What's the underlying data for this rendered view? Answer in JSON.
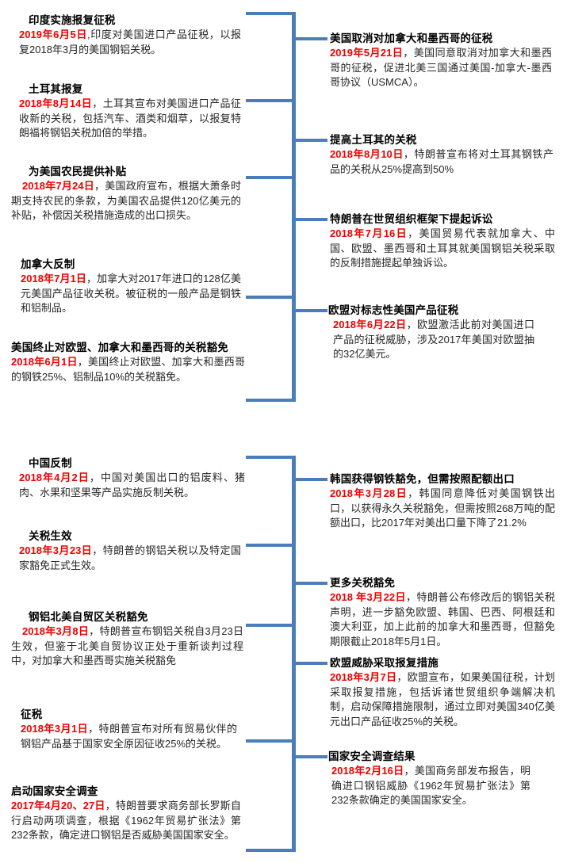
{
  "theme": {
    "line_color": "#4a7ebb",
    "date_color": "#ee0000",
    "text_color": "#262626",
    "title_color": "#000000",
    "background": "#ffffff"
  },
  "timelines": [
    {
      "id": "timeline-top",
      "events_left": [
        {
          "title": "印度实施报复征税",
          "date": "2019年6月5日",
          "body": ",印度对美国进口产品征税，以报复2018年3月的美国钢铝关税。"
        },
        {
          "title": "土耳其报复",
          "date": "2018年8月14日",
          "body": "，土耳其宣布对美国进口产品征收新的关税，包括汽车、酒类和烟草，以报复特朗福将钢铝关税加倍的举措。"
        },
        {
          "title": "为美国农民提供补贴",
          "date": "2018年7月24日",
          "body": "，美国政府宣布，根据大萧条时期支持农民的条款，为美国农品提供120亿美元的补贴，补偿因关税措施造成的出口损失。"
        },
        {
          "title": "加拿大反制",
          "date": "2018年7月1日",
          "body": "，加拿大对2017年进口的128亿美元美国产品征收关税。被征税的一般产品是钢铁和铝制品。"
        },
        {
          "title": "美国终止对欧盟、加拿大和墨西哥的关税豁免",
          "date": "2018年6月1日",
          "body": "，美国终止对欧盟、加拿大和墨西哥的钢铁25%、铝制品10%的关税豁免。"
        }
      ],
      "events_right": [
        {
          "title": "美国取消对加拿大和墨西哥的征税",
          "date": "2019年5月21日",
          "body": "，美国同意取消对加拿大和墨西哥的征税，促进北美三国通过美国-加拿大-墨西哥协议（USMCA）。"
        },
        {
          "title": "提高土耳其的关税",
          "date": "2018年8月10日",
          "body": "，特朗普宣布将对土耳其钢铁产品的关税从25%提高到50%"
        },
        {
          "title": "特朗普在世贸组织框架下提起诉讼",
          "date": "2018年7月16日",
          "body": "，美国贸易代表就加拿大、中国、欧盟、墨西哥和土耳其就美国钢铝关税采取的反制措施提起单独诉讼。"
        },
        {
          "title": "欧盟对标志性美国产品征税",
          "date": "2018年6月22日",
          "body": "，欧盟激活此前对美国进口产品的征税威胁，涉及2017年美国对欧盟抽的32亿美元。"
        }
      ]
    },
    {
      "id": "timeline-bottom",
      "events_left": [
        {
          "title": "中国反制",
          "date": "2018年4月2日",
          "body": "，中国对美国出口的铝废料、猪肉、水果和坚果等产品实施反制关税。"
        },
        {
          "title": "关税生效",
          "date": "2018年3月23日",
          "body": "，特朗普的钢铝关税以及特定国家豁免正式生效。"
        },
        {
          "title": "钢铝北美自贸区关税豁免",
          "date": "2018年3月8日",
          "body": "，特朗普宣布钢铝关税自3月23日生效，但鉴于北美自贸协议正处于重新谈判过程中，对加拿大和墨西哥实施关税豁免"
        },
        {
          "title": "征税",
          "date": "2018年3月1日",
          "body": "，特朗普宣布对所有贸易伙伴的钢铝产品基于国家安全原因征收25%的关税。"
        },
        {
          "title": "启动国家安全调查",
          "date": "2017年4月20、27日",
          "body": "，特朗普要求商务部长罗斯自行启动两项调查，根据《1962年贸易扩张法》第232条款，确定进口钢铝是否威胁美国国家安全。"
        }
      ],
      "events_right": [
        {
          "title": "韩国获得钢铁豁免，但需按照配额出口",
          "date": "2018年3月28日",
          "body": "，韩国同意降低对美国钢铁出口，以获得永久关税豁免，但需按照268万吨的配额出口，比2017年对美出口量下降了21.2%"
        },
        {
          "title": "更多关税豁免",
          "date": "2018 年3月22日",
          "body": "，特朗普公布修改后的钢铝关税声明，进一步豁免欧盟、韩国、巴西、阿根廷和澳大利亚，加上此前的加拿大和墨西哥，但豁免期限截止2018年5月1日。"
        },
        {
          "title": "欧盟威胁采取报复措施",
          "date": "2018年3月7日",
          "body": "，欧盟宣布，如果美国征税，计划采取报复措施，包括诉诸世贸组织争端解决机制，启动保障措施限制，通过立即对美国340亿美元出口产品征收25%的关税。"
        },
        {
          "title": "国家安全调查结果",
          "date": "2018年2月16日",
          "body": "，美国商务部发布报告，明确进口钢铝威胁《1962年贸易扩张法》第232条款确定的美国国家安全。"
        }
      ]
    }
  ]
}
